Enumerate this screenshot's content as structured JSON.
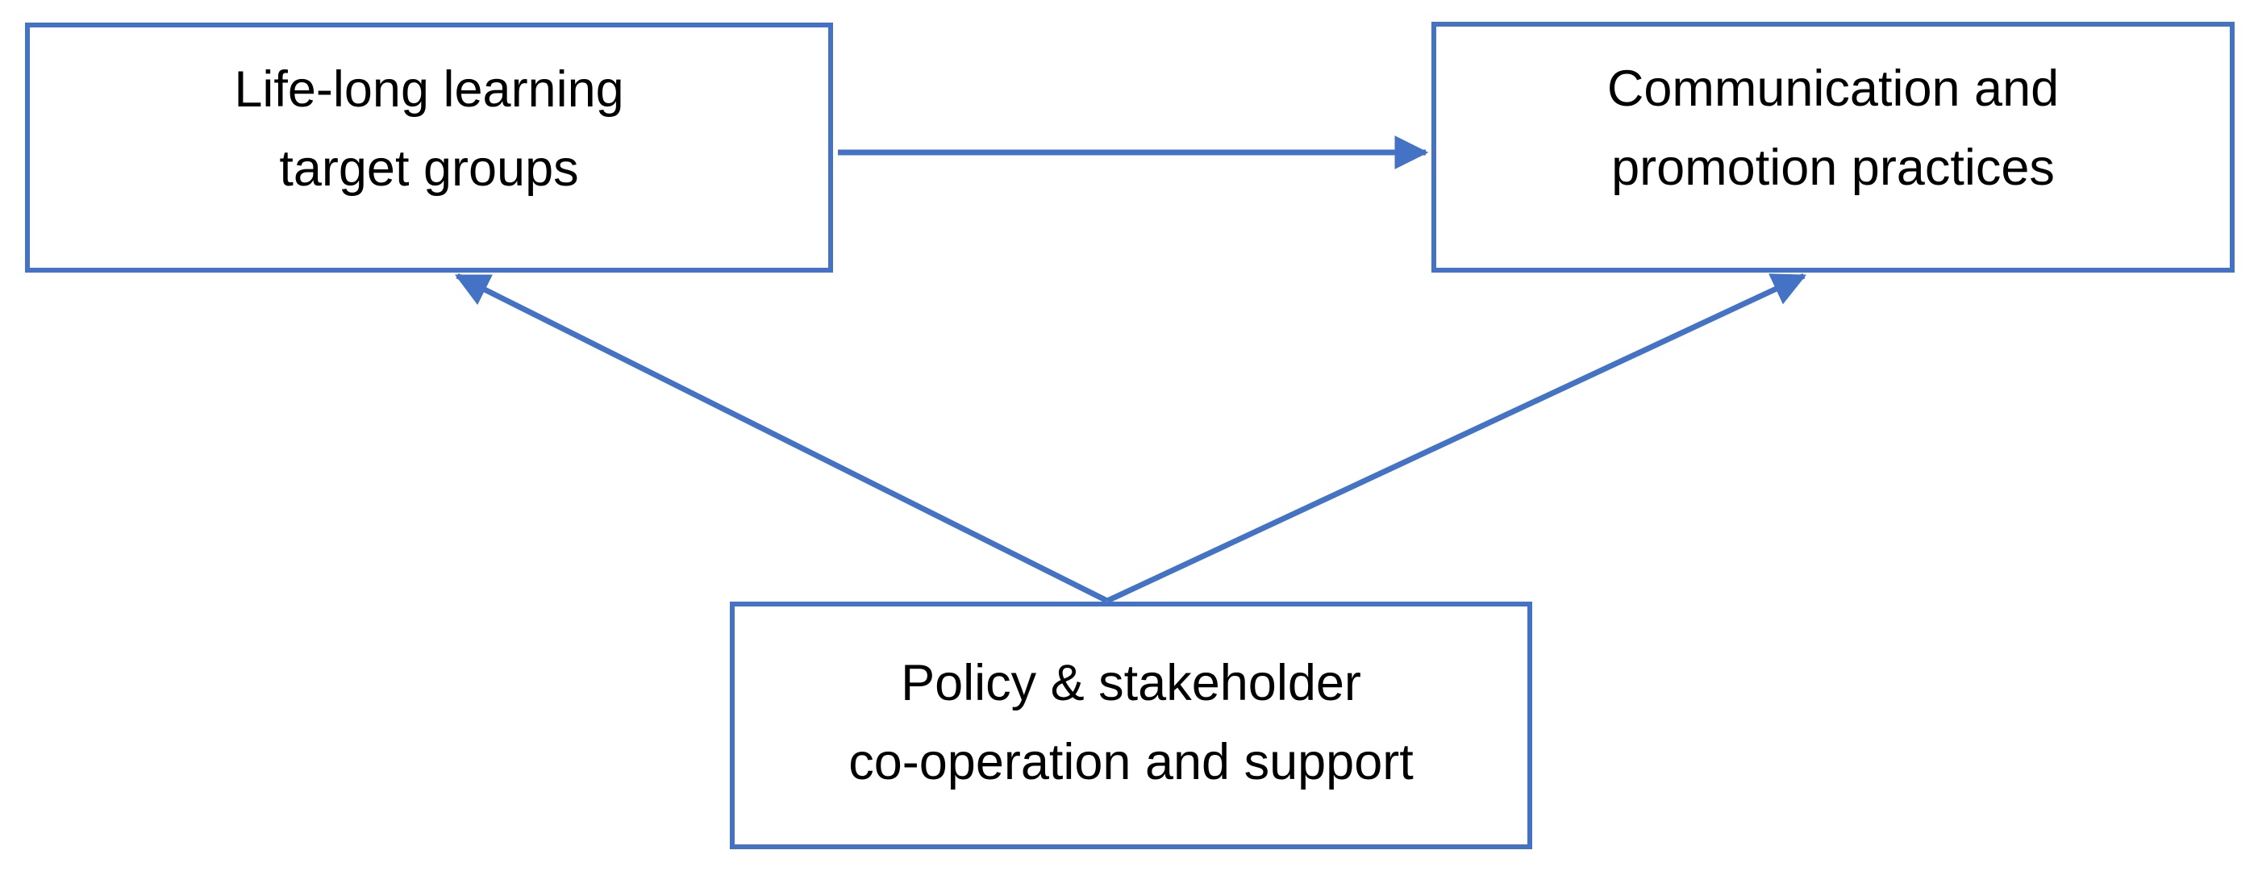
{
  "diagram": {
    "boxes": {
      "top_left": {
        "line1": "Life-long learning",
        "line2": "target groups"
      },
      "top_right": {
        "line1": "Communication and",
        "line2": "promotion practices"
      },
      "bottom": {
        "line1": "Policy & stakeholder",
        "line2": "co-operation and support"
      }
    },
    "connections": [
      {
        "from": "top_left",
        "to": "top_right",
        "style": "arrow"
      },
      {
        "from": "bottom",
        "to": "top_left",
        "style": "arrow"
      },
      {
        "from": "bottom",
        "to": "top_right",
        "style": "arrow"
      }
    ],
    "colors": {
      "accent": "#4472C4",
      "text": "#000000",
      "background": "#FFFFFF"
    }
  }
}
